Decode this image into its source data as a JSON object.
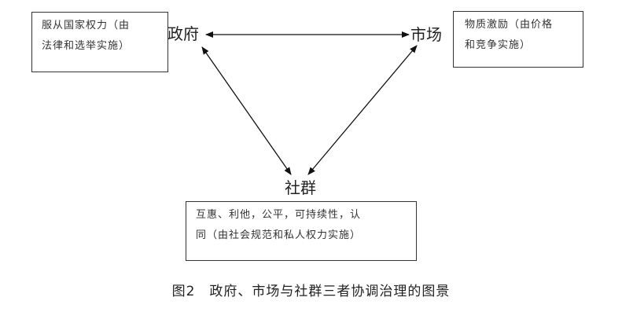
{
  "nodes": {
    "government": "政府",
    "market": "市场",
    "society": "社群"
  },
  "boxes": {
    "government": [
      "服从国家权力（由",
      "法律和选举实施）"
    ],
    "market": [
      "物质激励（由价格",
      "和竞争实施）"
    ],
    "society": [
      "互惠、利他，公平，可持续性，认",
      "同（由社会规范和私人权力实施）"
    ]
  },
  "caption": {
    "number": "图2",
    "text": "政府、市场与社群三者协调治理的图景"
  },
  "colors": {
    "line": "#111111",
    "box_border": "#333333"
  }
}
